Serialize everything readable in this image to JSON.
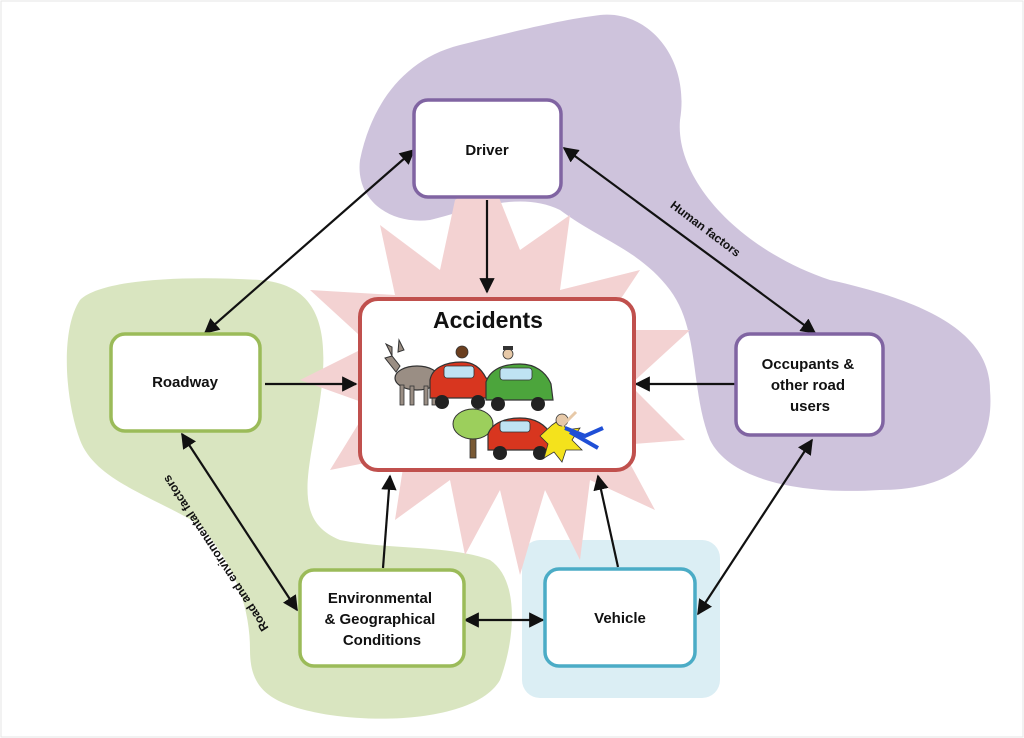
{
  "central": {
    "label": "Accidents",
    "border_color": "#c0504d"
  },
  "nodes": {
    "driver": {
      "label": "Driver",
      "border_color": "#8064a2"
    },
    "roadway": {
      "label": "Roadway",
      "border_color": "#9bbb59"
    },
    "occupants": {
      "label_lines": [
        "Occupants &",
        "other road",
        "users"
      ],
      "border_color": "#8064a2"
    },
    "environmental": {
      "label_lines": [
        "Environmental",
        "& Geographical",
        "Conditions"
      ],
      "border_color": "#9bbb59"
    },
    "vehicle": {
      "label": "Vehicle",
      "border_color": "#4bacc6"
    }
  },
  "groups": {
    "human_factors": {
      "label": "Human factors",
      "color": "#cbc0da"
    },
    "road_environmental": {
      "label": "Road and environmental factors",
      "color": "#d7e4bd"
    },
    "vehicle_factors": {
      "color": "#dbeef4"
    }
  },
  "colors": {
    "burst": "#f3d2d2",
    "arrow": "#111111"
  },
  "icons": [
    "donkey-icon",
    "red-car-icon",
    "green-car-icon",
    "tree-icon",
    "pedestrian-icon"
  ]
}
